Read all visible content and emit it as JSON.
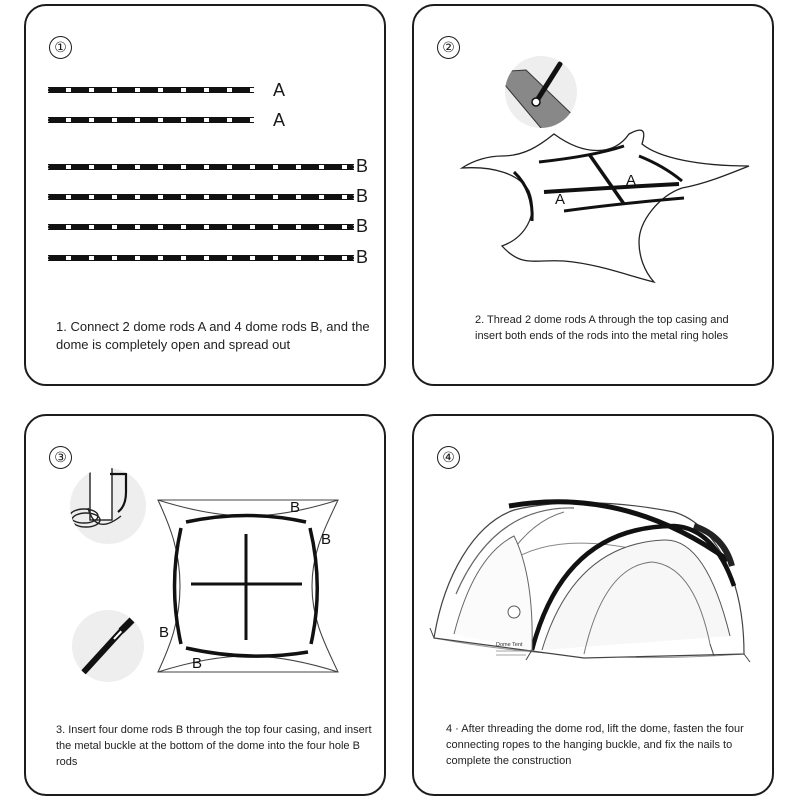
{
  "steps": [
    {
      "number": "①",
      "caption": "1. Connect 2 dome rods A and 4 dome rods B, and the dome is completely open and spread out",
      "rods": [
        {
          "label": "A"
        },
        {
          "label": "A"
        },
        {
          "label": "B"
        },
        {
          "label": "B"
        },
        {
          "label": "B"
        },
        {
          "label": "B"
        }
      ]
    },
    {
      "number": "②",
      "caption": "2. Thread 2 dome rods A through the top casing and insert both ends of the rods into the metal ring holes",
      "labels": {
        "rod_left": "A",
        "rod_right": "A"
      }
    },
    {
      "number": "③",
      "caption": "3. Insert four dome rods B through the top four casing, and insert the metal buckle at the bottom of the dome into the four hole B rods",
      "labels": {
        "top": "B",
        "right": "B",
        "left": "B",
        "bottom": "B"
      }
    },
    {
      "number": "④",
      "caption": "4 · After threading the dome rod, lift the dome, fasten the four connecting ropes to the hanging buckle, and fix the nails to complete the construction",
      "tent_text": {
        "brand": "Dome Tent"
      }
    }
  ]
}
